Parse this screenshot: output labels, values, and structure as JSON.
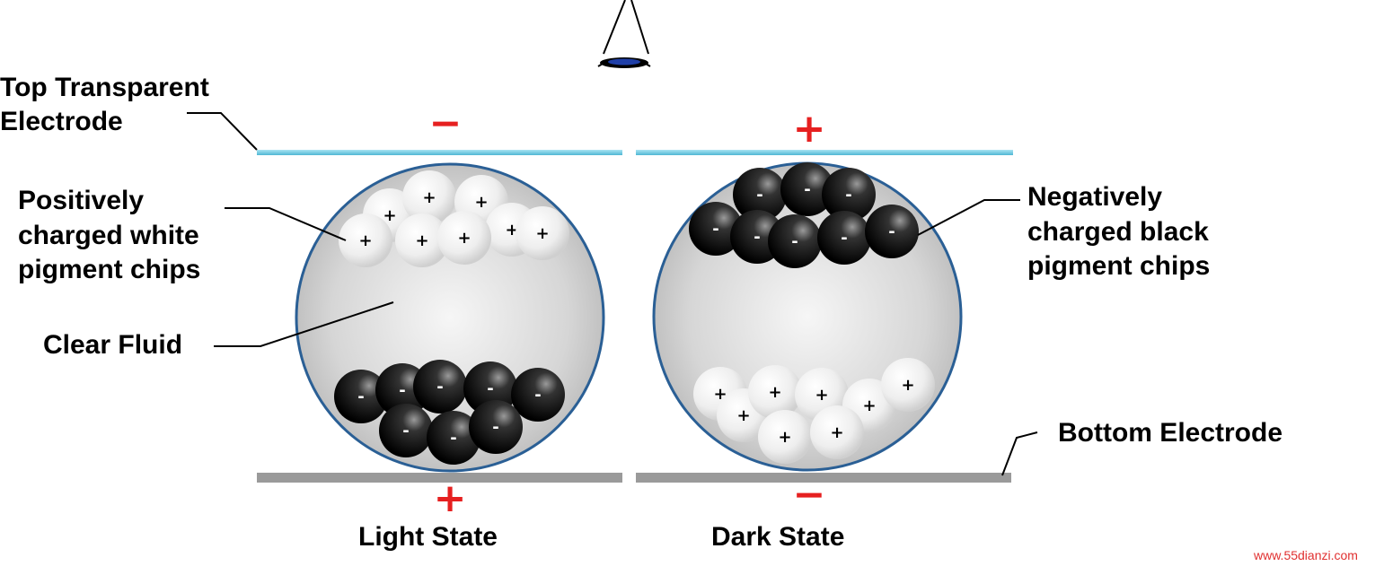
{
  "labels": {
    "top_electrode_line1": "Top Transparent",
    "top_electrode_line2": "Electrode",
    "white_chips_line1": "Positively",
    "white_chips_line2": "charged white",
    "white_chips_line3": "pigment chips",
    "fluid": "Clear Fluid",
    "black_chips_line1": "Negatively",
    "black_chips_line2": "charged black",
    "black_chips_line3": "pigment chips",
    "bottom_electrode": "Bottom Electrode",
    "light_state": "Light State",
    "dark_state": "Dark State"
  },
  "signs": {
    "plus": "+",
    "minus": "−",
    "chip_plus": "+",
    "chip_minus": "-"
  },
  "polarity": {
    "light_top": "−",
    "light_bottom": "+",
    "dark_top": "+",
    "dark_bottom": "−"
  },
  "watermark": "www.55dianzi.com",
  "colors": {
    "top_electrode": "#5fc6e0",
    "bottom_electrode": "#9a9a9a",
    "capsule_border": "#2a5f95",
    "polarity_sign": "#e62020"
  },
  "icons": [
    "eye-icon"
  ]
}
